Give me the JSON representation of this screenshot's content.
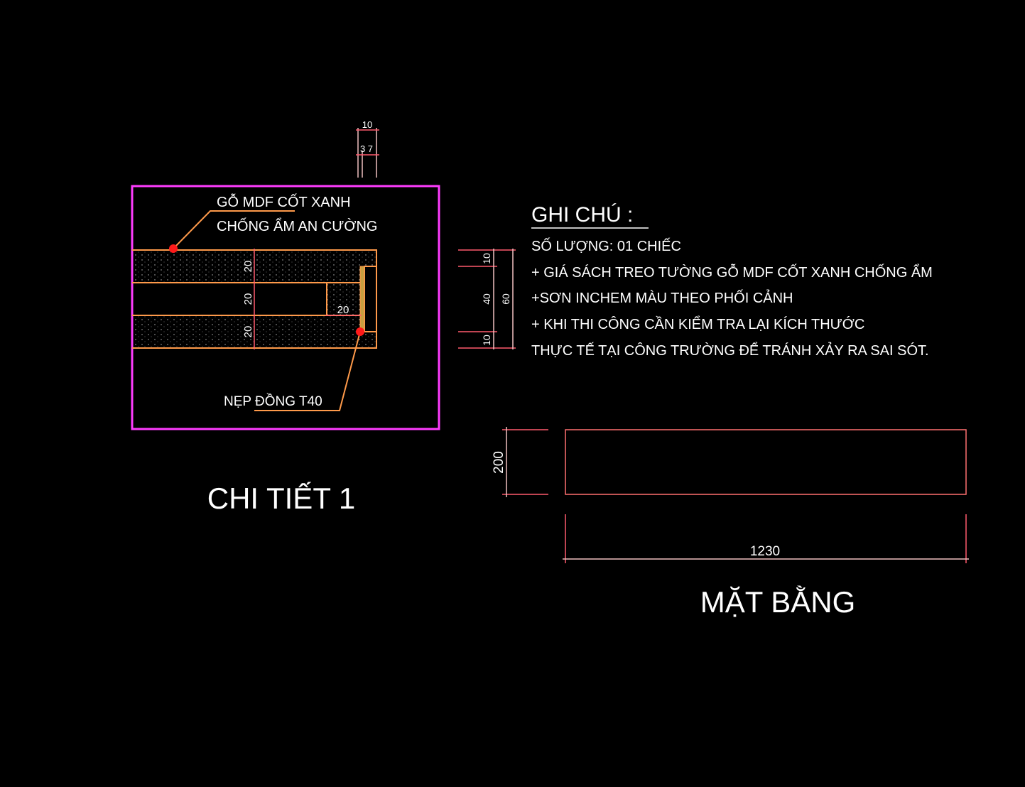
{
  "detail": {
    "title": "CHI TIẾT 1",
    "label_material_line1": "GỖ MDF CỐT XANH",
    "label_material_line2": "CHỐNG ẨM AN CƯỜNG",
    "label_trim": "NẸP ĐỒNG T40",
    "dim_top_total": "10",
    "dim_top_split": "3 7",
    "dim_layer_1": "20",
    "dim_layer_2": "20",
    "dim_layer_3": "20",
    "dim_core_width": "20"
  },
  "side_dims": {
    "top": "10",
    "middle": "40",
    "bottom": "10",
    "total": "60"
  },
  "notes": {
    "title": "GHI CHÚ :",
    "lines": [
      "SỐ LƯỢNG: 01 CHIẾC",
      "+ GIÁ SÁCH TREO TƯỜNG GỖ MDF CỐT XANH CHỐNG ẨM",
      "+SƠN INCHEM MÀU THEO PHỐI CẢNH",
      "+ KHI THI CÔNG CẦN KIỂM TRA LẠI KÍCH THƯỚC",
      "THỰC TẾ TẠI CÔNG TRƯỜNG ĐỂ TRÁNH XẢY RA SAI SÓT."
    ]
  },
  "plan": {
    "title": "MẶT BẰNG",
    "dim_depth": "200",
    "dim_length": "1230"
  },
  "colors": {
    "background": "#000000",
    "outline": "#ff9a4a",
    "dimension": "#ff5a6e",
    "frame": "#ff3cff",
    "marker": "#ff1a1a"
  }
}
